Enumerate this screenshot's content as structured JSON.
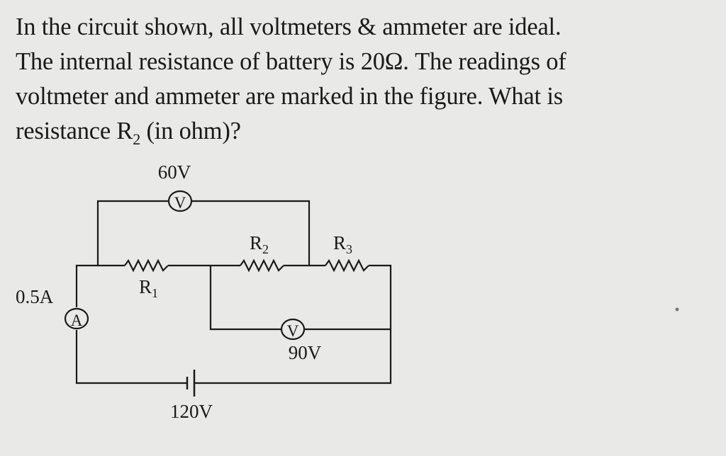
{
  "question": {
    "lines": [
      "In the circuit shown, all voltmeters & ammeter are ideal.",
      "The internal resistance of battery is 20Ω. The readings of",
      "voltmeter and ammeter are marked in the figure. What is",
      "resistance R"
    ],
    "line4_sub": "2",
    "line4_tail": " (in ohm)?"
  },
  "circuit": {
    "top_voltmeter_reading": "60V",
    "bottom_voltmeter_reading": "90V",
    "ammeter_reading": "0.5A",
    "battery_emf": "120V",
    "voltmeter_symbol": "V",
    "ammeter_symbol": "A",
    "r1": {
      "letter": "R",
      "sub": "1"
    },
    "r2": {
      "letter": "R",
      "sub": "2"
    },
    "r3": {
      "letter": "R",
      "sub": "3"
    }
  }
}
